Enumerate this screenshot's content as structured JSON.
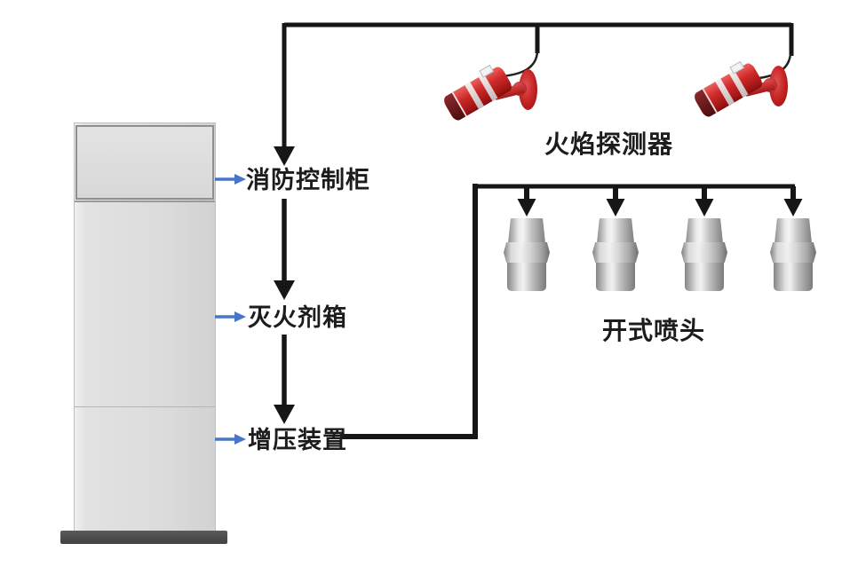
{
  "diagram": {
    "type": "fire-suppression-system-schematic",
    "labels": {
      "control_cabinet": "消防控制柜",
      "agent_tank": "灭火剂箱",
      "booster_device": "增压装置",
      "flame_detector": "火焰探测器",
      "open_nozzle": "开式喷头"
    },
    "components": {
      "flame_detector_count": 2,
      "open_nozzle_count": 4,
      "cabinet_sections": 3
    },
    "colors": {
      "pipe_line": "#161616",
      "pointer_arrow_blue": "#4576c8",
      "detector_red": "#c22020",
      "nozzle_silver": "#c9c9c9",
      "cabinet_body": "#dcdcdc",
      "cabinet_base": "#4a4a4a",
      "background": "#ffffff"
    }
  }
}
